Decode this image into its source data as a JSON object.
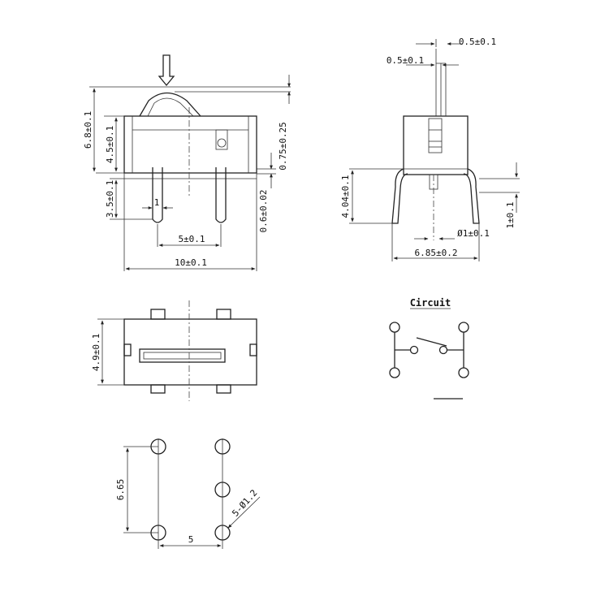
{
  "front_view": {
    "dim_height_total": "6.8±0.1",
    "dim_height_body": "4.5±0.1",
    "dim_pin_length": "3.5±0.1",
    "dim_pin_width": "1",
    "dim_pin_pitch": "5±0.1",
    "dim_width": "10±0.1",
    "dim_actuator_travel": "0.75±0.25",
    "dim_pin_thickness": "0.6±0.02"
  },
  "side_view": {
    "dim_actuator_top": "0.5±0.1",
    "dim_actuator_gap": "0.5±0.1",
    "dim_pin_height": "4.04±0.1",
    "dim_pin_offset": "1±0.1",
    "dim_pin_diameter": "Ø1±0.1",
    "dim_pin_span": "6.85±0.2"
  },
  "top_view": {
    "dim_depth": "4.9±0.1"
  },
  "footprint": {
    "dim_row_pitch": "6.65",
    "dim_col_pitch": "5",
    "dim_holes": "5-Ø1.2"
  },
  "circuit": {
    "title": "Circuit"
  }
}
